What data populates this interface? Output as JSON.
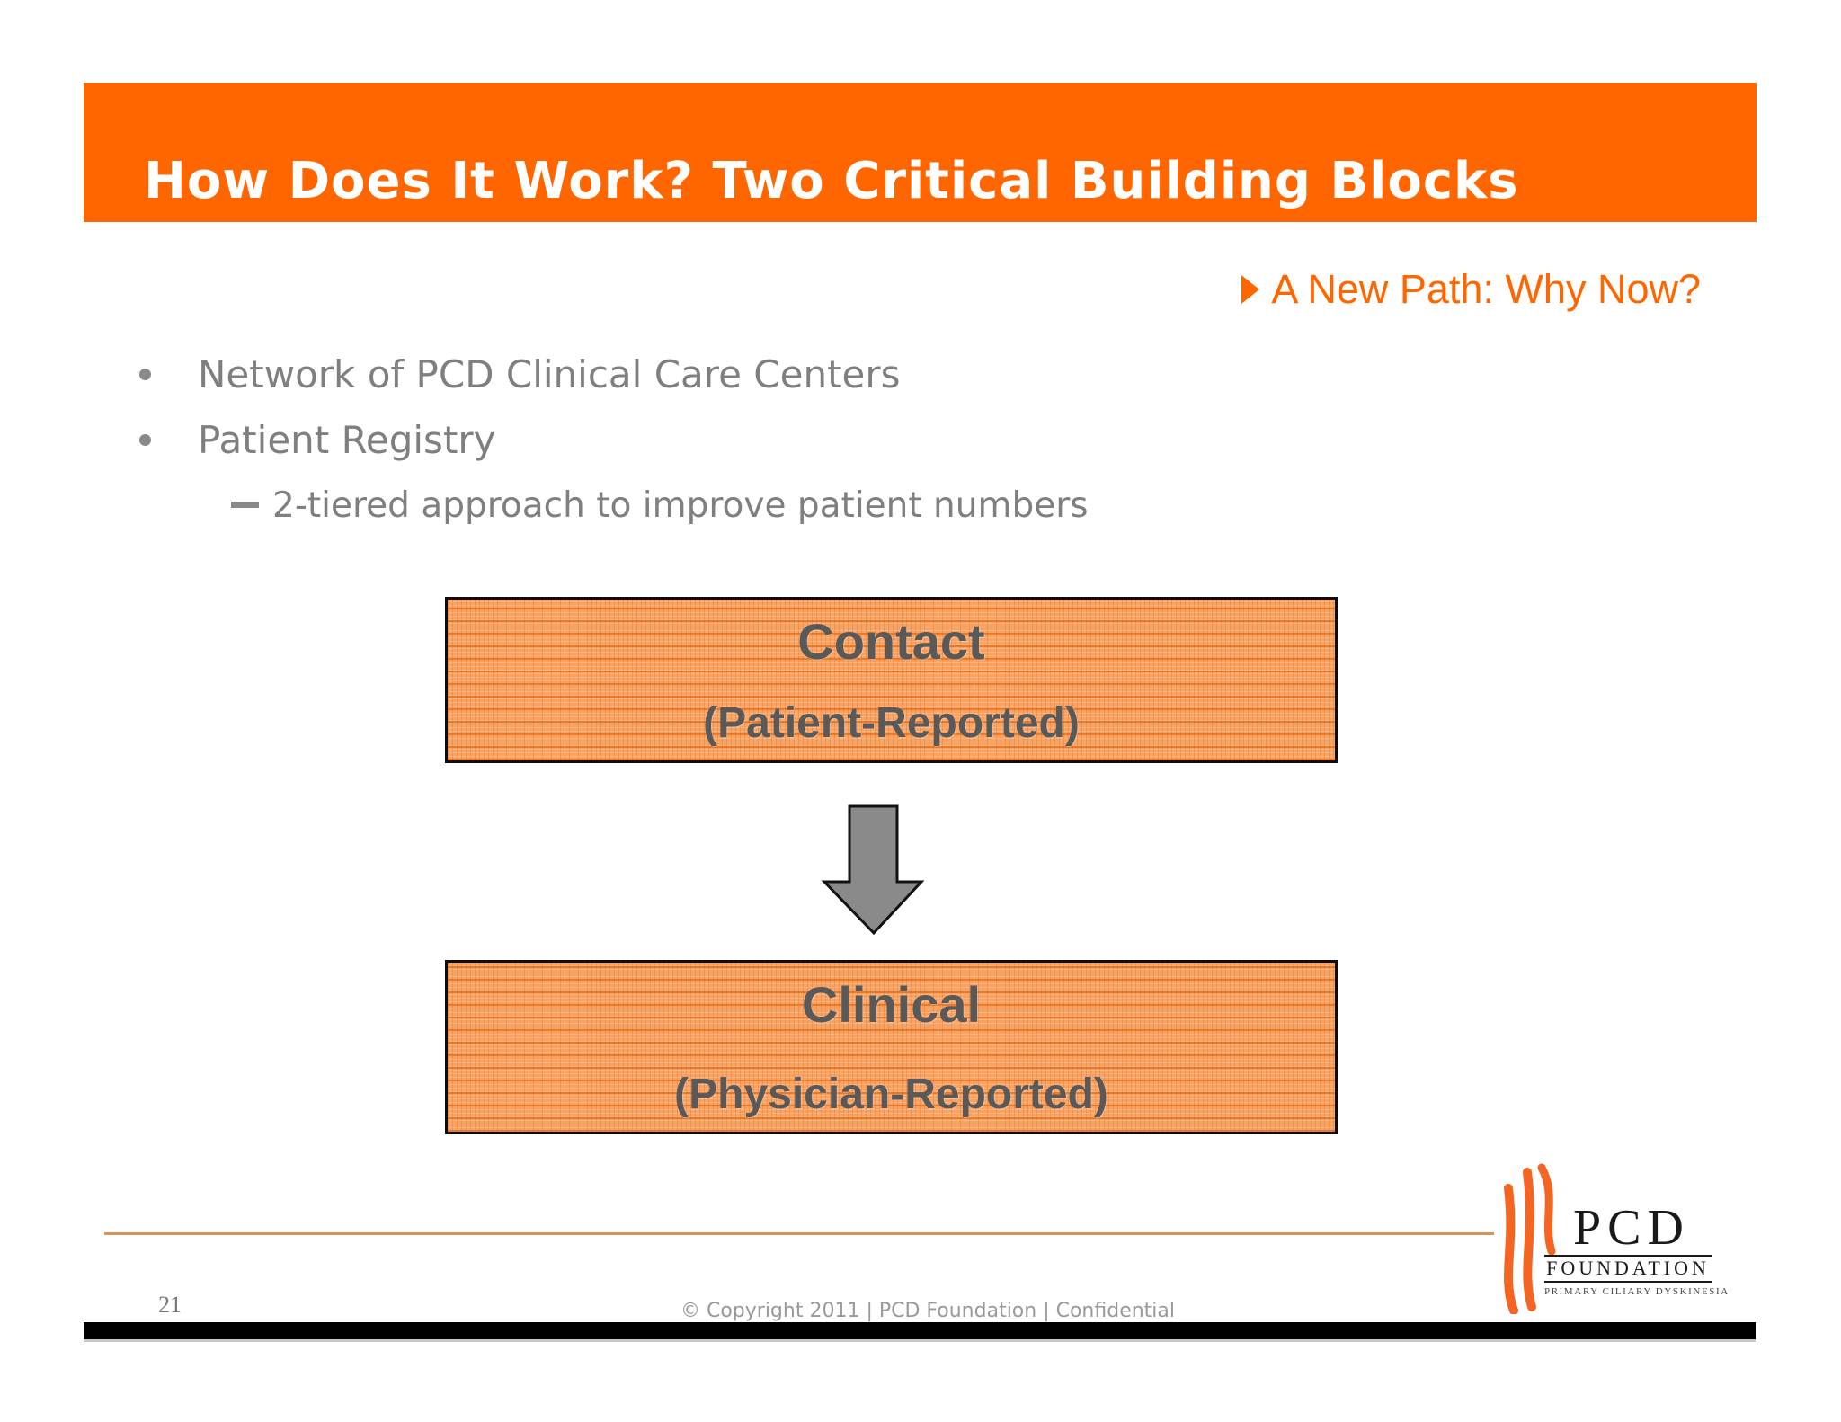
{
  "slide": {
    "title": "How Does It Work? Two Critical Building Blocks",
    "kicker": "A New Path: Why Now?",
    "bullets": [
      {
        "level": 1,
        "text": "Network of PCD Clinical Care Centers"
      },
      {
        "level": 1,
        "text": "Patient Registry"
      },
      {
        "level": 2,
        "text": "2-tiered approach to improve patient numbers"
      }
    ],
    "diagram": {
      "boxes": [
        {
          "title": "Contact",
          "subtitle": "(Patient-Reported)"
        },
        {
          "title": "Clinical",
          "subtitle": "(Physician-Reported)"
        }
      ],
      "connector": "down-arrow"
    },
    "footer": {
      "page_number": "21",
      "copyright": "© Copyright 2011 | PCD Foundation | Confidential"
    },
    "logo": {
      "name": "PCD",
      "line2": "FOUNDATION",
      "tagline": "PRIMARY CILIARY DYSKINESIA"
    },
    "colors": {
      "accent_orange": "#FF6600",
      "box_fill": "#F9A262",
      "box_grid_line": "#E2660E",
      "body_text_gray": "#7F7F7F",
      "box_text_gray": "#595959",
      "arrow_gray": "#8A8A8A",
      "separator_tan": "#D2955C",
      "logo_orange": "#F26522"
    }
  }
}
